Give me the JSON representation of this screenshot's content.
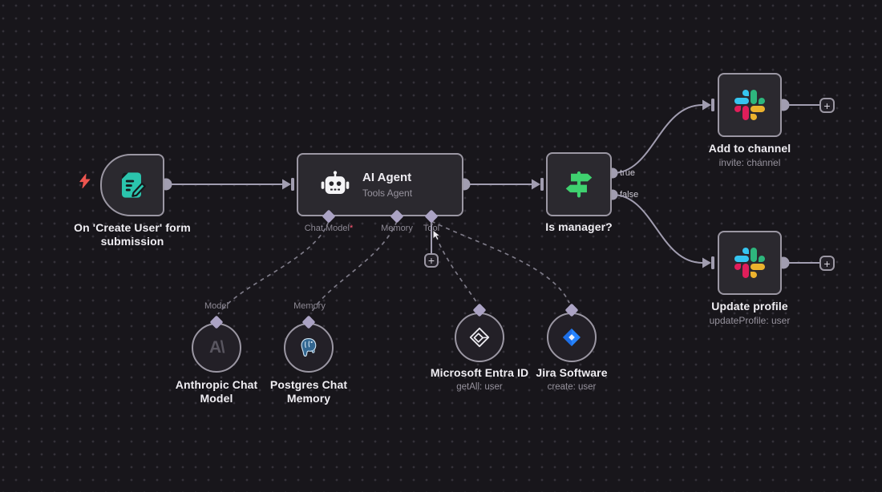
{
  "trigger_node": {
    "label": "On 'Create User' form submission"
  },
  "agent_node": {
    "title": "AI Agent",
    "subtitle": "Tools Agent",
    "ports": {
      "chat_model": "Chat Model",
      "required_marker": "*",
      "memory": "Memory",
      "tool": "Tool"
    }
  },
  "switch_node": {
    "label": "Is manager?",
    "output_true": "true",
    "output_false": "false"
  },
  "slack_add_node": {
    "label": "Add to channel",
    "subtitle": "invite: channel"
  },
  "slack_update_node": {
    "label": "Update profile",
    "subtitle": "updateProfile: user"
  },
  "model_subnode": {
    "label": "Anthropic Chat Model",
    "port_label": "Model",
    "logo_glyph": "A\\"
  },
  "memory_subnode": {
    "label": "Postgres Chat Memory",
    "port_label": "Memory"
  },
  "entra_subnode": {
    "label": "Microsoft Entra ID",
    "subtitle": "getAll: user"
  },
  "jira_subnode": {
    "label": "Jira Software",
    "subtitle": "create: user"
  },
  "ui": {
    "plus": "+"
  },
  "colors": {
    "canvas_bg": "#18161b",
    "grid_dot": "#343139",
    "node_bg": "#2b292f",
    "node_border": "#9b97a3",
    "subtitle_text": "#97939e",
    "connector_diamond": "#aba3c4",
    "required_asterisk": "#ff5874",
    "trigger_teal": "#2bc4ad",
    "bolt_red": "#ed554f",
    "switch_green": "#3fd16f",
    "slack_blue": "#36C5F0",
    "slack_green": "#2EB67D",
    "slack_yellow": "#ECB22E",
    "slack_red": "#E01E5A",
    "postgres_blue": "#336791",
    "jira_blue": "#2684FF"
  }
}
